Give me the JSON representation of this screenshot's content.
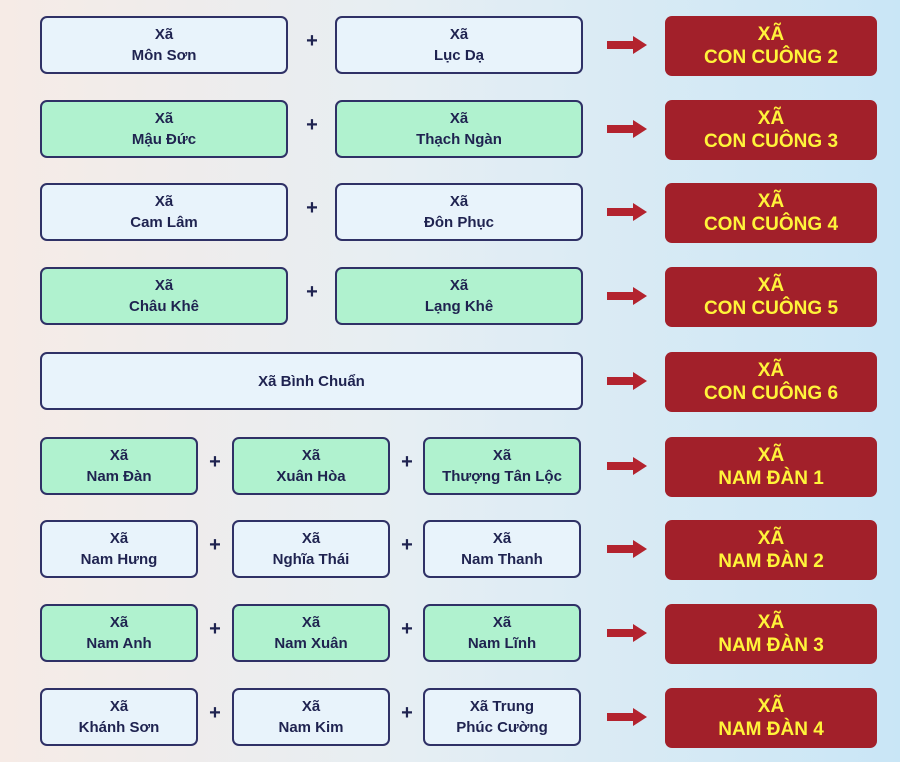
{
  "rows": [
    {
      "sources": [
        {
          "line1": "Xã",
          "line2": "Môn Sơn"
        },
        {
          "line1": "Xã",
          "line2": "Lục Dạ"
        }
      ],
      "plus": "+",
      "result": {
        "line1": "XÃ",
        "line2": "CON CUÔNG 2"
      }
    },
    {
      "sources": [
        {
          "line1": "Xã",
          "line2": "Mậu Đức"
        },
        {
          "line1": "Xã",
          "line2": "Thạch Ngàn"
        }
      ],
      "plus": "+",
      "result": {
        "line1": "XÃ",
        "line2": "CON CUÔNG 3"
      }
    },
    {
      "sources": [
        {
          "line1": "Xã",
          "line2": "Cam Lâm"
        },
        {
          "line1": "Xã",
          "line2": "Đôn Phục"
        }
      ],
      "plus": "+",
      "result": {
        "line1": "XÃ",
        "line2": "CON CUÔNG 4"
      }
    },
    {
      "sources": [
        {
          "line1": "Xã",
          "line2": "Châu Khê"
        },
        {
          "line1": "Xã",
          "line2": "Lạng Khê"
        }
      ],
      "plus": "+",
      "result": {
        "line1": "XÃ",
        "line2": "CON CUÔNG 5"
      }
    },
    {
      "sources": [
        {
          "line1": "Xã Bình Chuẩn"
        }
      ],
      "result": {
        "line1": "XÃ",
        "line2": "CON CUÔNG 6"
      }
    },
    {
      "sources": [
        {
          "line1": "Xã",
          "line2": "Nam Đàn"
        },
        {
          "line1": "Xã",
          "line2": "Xuân Hòa"
        },
        {
          "line1": "Xã",
          "line2": "Thượng Tân Lộc"
        }
      ],
      "plus": "+",
      "result": {
        "line1": "XÃ",
        "line2": "NAM ĐÀN 1"
      }
    },
    {
      "sources": [
        {
          "line1": "Xã",
          "line2": "Nam Hưng"
        },
        {
          "line1": "Xã",
          "line2": "Nghĩa Thái"
        },
        {
          "line1": "Xã",
          "line2": "Nam Thanh"
        }
      ],
      "plus": "+",
      "result": {
        "line1": "XÃ",
        "line2": "NAM ĐÀN 2"
      }
    },
    {
      "sources": [
        {
          "line1": "Xã",
          "line2": "Nam Anh"
        },
        {
          "line1": "Xã",
          "line2": "Nam Xuân"
        },
        {
          "line1": "Xã",
          "line2": "Nam Lĩnh"
        }
      ],
      "plus": "+",
      "result": {
        "line1": "XÃ",
        "line2": "NAM ĐÀN 3"
      }
    },
    {
      "sources": [
        {
          "line1": "Xã",
          "line2": "Khánh Sơn"
        },
        {
          "line1": "Xã",
          "line2": "Nam Kim"
        },
        {
          "line1": "Xã Trung",
          "line2": "Phúc Cường"
        }
      ],
      "plus": "+",
      "result": {
        "line1": "XÃ",
        "line2": "NAM ĐÀN 4"
      }
    }
  ],
  "colors": {
    "box_light": "#e8f3fb",
    "box_green": "#b0f2cf",
    "box_border": "#2f3166",
    "result_bg": "#a2202a",
    "result_text": "#fff43a",
    "arrow": "#b3232e"
  }
}
